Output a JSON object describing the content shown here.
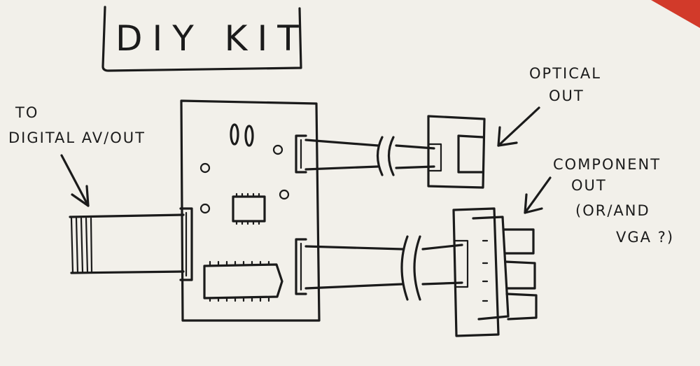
{
  "title": "DIY KIT",
  "labels": {
    "digital_line1": "TO",
    "digital_line2": "DIGITAL AV/OUT",
    "optical_line1": "OPTICAL",
    "optical_line2": "OUT",
    "component_line1": "COMPONENT",
    "component_line2": "OUT",
    "component_line3": "(OR/AND",
    "component_line4": "VGA ?)"
  },
  "colors": {
    "paper": "#f2f0ea",
    "ink": "#1b1b1b",
    "edge": "#d23a2a"
  }
}
